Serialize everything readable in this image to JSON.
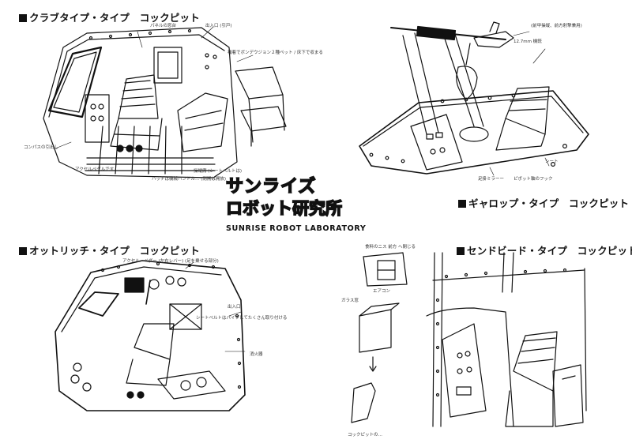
{
  "sections": [
    {
      "title": "クラブタイプ・タイプ　コックピット"
    },
    {
      "title": "ギャロップ・タイプ　コックピット"
    },
    {
      "title": "オットリッチ・タイプ　コックピット"
    },
    {
      "title": "センドビード・タイプ　コックピット"
    }
  ],
  "logo": {
    "line1": "サンライズ",
    "line2": "ロボット研究所",
    "english": "SUNRISE ROBOT LABORATORY"
  },
  "annotations": {
    "crab": [
      "パネルの窓台",
      "出入口 (引戸)",
      "補着でボンデウジョン２種ペット / 床下で収まる",
      "ハッチは機械ハンドル… (閉開は開放)",
      "コンパスの引出し",
      "アクセルペダルです",
      "操縦席 (シートベルトは)"
    ],
    "gallop": [
      "(前甲操縦、前方射撃兼用)",
      "12.7mm 機銃",
      "シート",
      "足掛ミラーー",
      "ピボット軸のフック"
    ],
    "ostrich": [
      "アクセル・ペダー (左右レバー) (足を乗せる部分)",
      "出入口",
      "シートベルトはパイプしてたくさん取り付ける",
      "消火器"
    ],
    "sendbeed": [
      "食料のニス 前方 へ閉じる",
      "ガラス窓",
      "エアコン",
      "コックピットの…"
    ]
  }
}
